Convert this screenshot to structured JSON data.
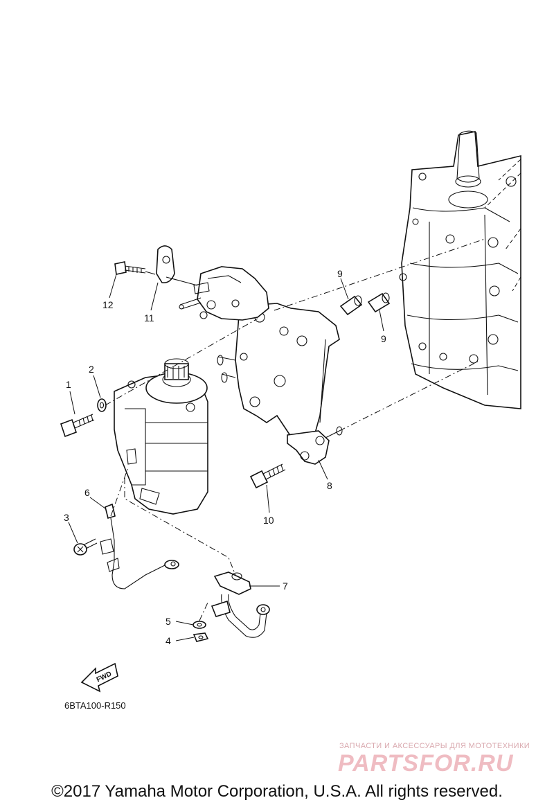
{
  "diagram": {
    "callouts": {
      "c1": "1",
      "c2": "2",
      "c3": "3",
      "c4": "4",
      "c5": "5",
      "c6": "6",
      "c7": "7",
      "c8": "8",
      "c9a": "9",
      "c9b": "9",
      "c10": "10",
      "c11": "11",
      "c12": "12"
    },
    "fwd_label": "FWD",
    "code": "6BTA100-R150"
  },
  "watermark": {
    "tagline": "ЗАПЧАСТИ И АКСЕССУАРЫ ДЛЯ МОТОТЕХНИКИ",
    "logo": "PARTSFOR.RU",
    "color": "#efbcc2"
  },
  "footer": {
    "copyright": "©2017 Yamaha Motor Corporation, U.S.A. All rights reserved."
  }
}
